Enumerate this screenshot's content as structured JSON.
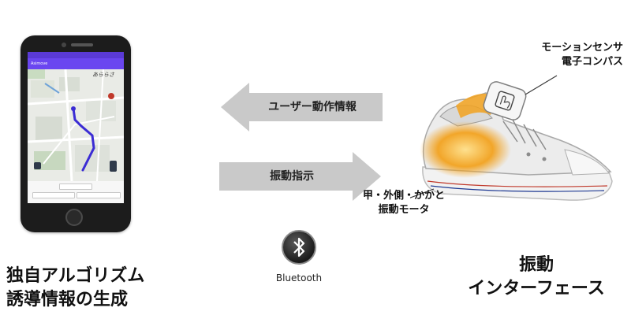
{
  "phone": {
    "app_title": "Asimove",
    "map_overlay_label": "あららさ"
  },
  "arrows": {
    "top_label": "ユーザー動作情報",
    "bottom_label": "振動指示"
  },
  "bluetooth": {
    "icon": "bluetooth-icon",
    "label": "Bluetooth"
  },
  "shoe": {
    "callout_sensor_line1": "モーションセンサ",
    "callout_sensor_line2": "電子コンパス",
    "callout_motor_line1": "甲・外側・かかと",
    "callout_motor_line2": "振動モータ"
  },
  "captions": {
    "left_line1": "独自アルゴリズム",
    "left_line2": "誘導情報の生成",
    "right_line1": "振動",
    "right_line2": "インターフェース"
  },
  "colors": {
    "arrow": "#c9c9c9",
    "route": "#3b2cd4",
    "app_bar": "#6a46f0",
    "motor_glow": "#f2a21f"
  }
}
